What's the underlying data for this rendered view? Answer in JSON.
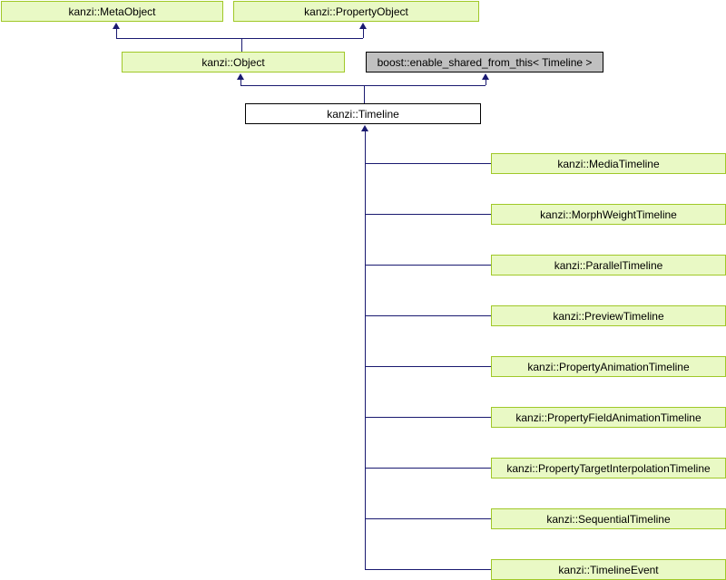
{
  "diagram": {
    "kind": "class-inheritance-graph",
    "colors": {
      "background": "#FFFFFF",
      "class_node_fill": "#E9F9C5",
      "class_node_border": "#A0C828",
      "external_node_fill": "#C0C0C0",
      "current_node_fill": "#FFFFFF",
      "current_node_border": "#000000",
      "edge": "#191970",
      "text": "#000000"
    },
    "nodes": [
      {
        "id": "metaobject",
        "label": "kanzi::MetaObject"
      },
      {
        "id": "propobject",
        "label": "kanzi::PropertyObject"
      },
      {
        "id": "object",
        "label": "kanzi::Object"
      },
      {
        "id": "boost",
        "label": "boost::enable_shared_from_this< Timeline >"
      },
      {
        "id": "timeline",
        "label": "kanzi::Timeline"
      },
      {
        "id": "media",
        "label": "kanzi::MediaTimeline"
      },
      {
        "id": "morph",
        "label": "kanzi::MorphWeightTimeline"
      },
      {
        "id": "parallel",
        "label": "kanzi::ParallelTimeline"
      },
      {
        "id": "preview",
        "label": "kanzi::PreviewTimeline"
      },
      {
        "id": "propanim",
        "label": "kanzi::PropertyAnimationTimeline"
      },
      {
        "id": "propfield",
        "label": "kanzi::PropertyFieldAnimationTimeline"
      },
      {
        "id": "proptarget",
        "label": "kanzi::PropertyTargetInterpolationTimeline"
      },
      {
        "id": "sequential",
        "label": "kanzi::SequentialTimeline"
      },
      {
        "id": "tlevent",
        "label": "kanzi::TimelineEvent"
      }
    ]
  }
}
